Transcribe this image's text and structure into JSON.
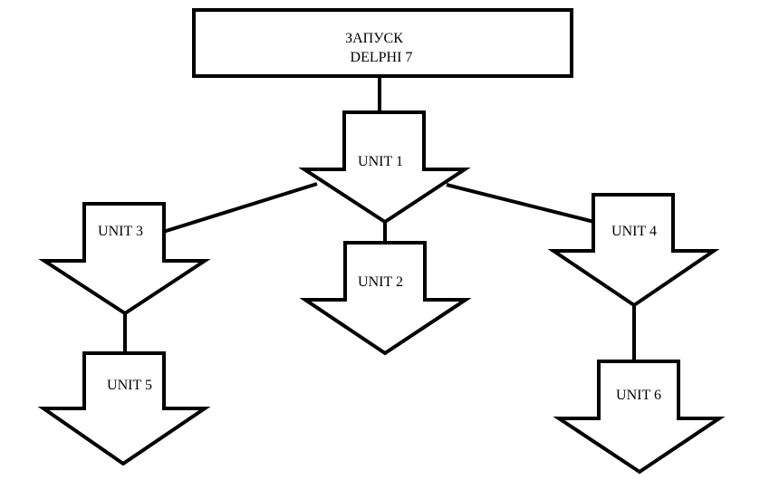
{
  "diagram": {
    "root": {
      "line1": "ЗАПУСК",
      "line2": "DELPHI 7"
    },
    "units": {
      "u1": "UNIT 1",
      "u2": "UNIT 2",
      "u3": "UNIT 3",
      "u4": "UNIT 4",
      "u5": "UNIT 5",
      "u6": "UNIT 6"
    },
    "edges": [
      {
        "from": "root",
        "to": "u1"
      },
      {
        "from": "u1",
        "to": "u2"
      },
      {
        "from": "u1",
        "to": "u3"
      },
      {
        "from": "u1",
        "to": "u4"
      },
      {
        "from": "u3",
        "to": "u5"
      },
      {
        "from": "u4",
        "to": "u6"
      }
    ],
    "colors": {
      "stroke": "#000000",
      "fill": "#ffffff"
    }
  }
}
